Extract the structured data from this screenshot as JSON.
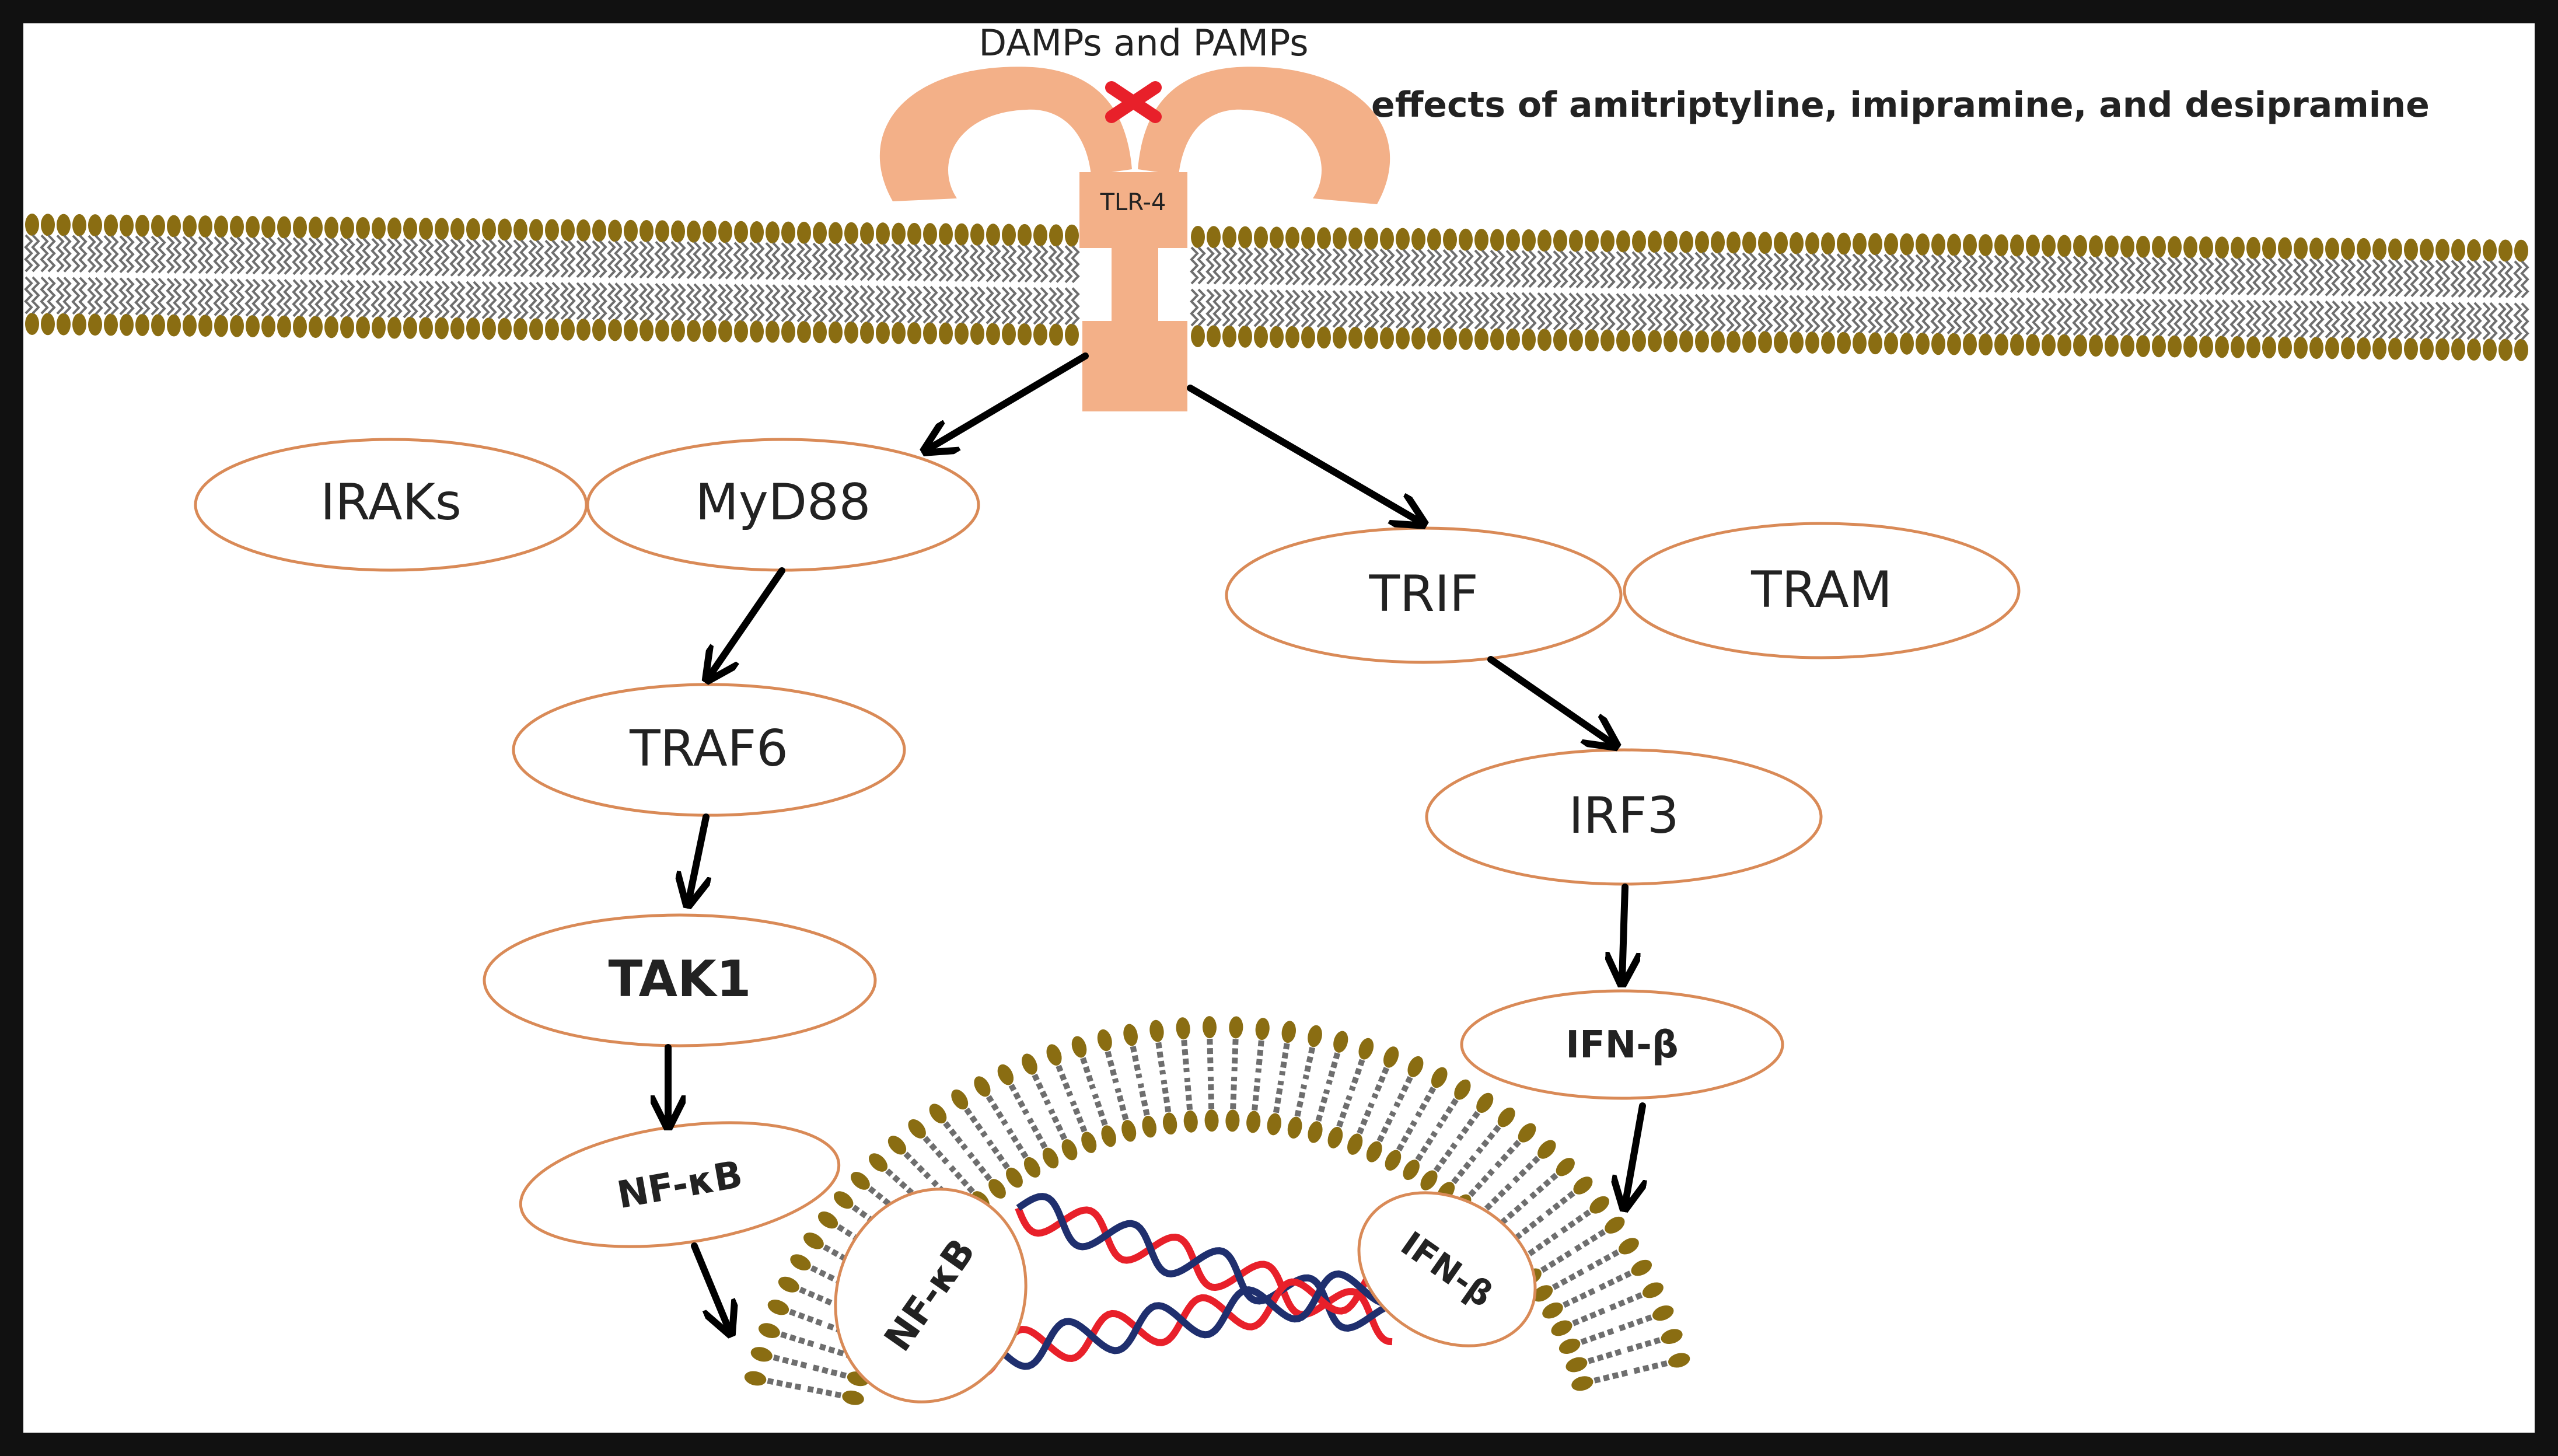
{
  "ligand_label": "DAMPs and PAMPs",
  "drug_effect_label": "effects of amitriptyline, imipramine, and desipramine",
  "receptor_label": "TLR-4",
  "nodes": {
    "iraks": "IRAKs",
    "myd88": "MyD88",
    "traf6": "TRAF6",
    "tak1": "TAK1",
    "nfkb": "NF-κB",
    "trif": "TRIF",
    "tram": "TRAM",
    "irf3": "IRF3",
    "ifnb": "IFN-β",
    "nuc_nfkb": "NF-κB",
    "nuc_ifnb": "IFN-β"
  },
  "colors": {
    "receptor": "#f3b088",
    "oval_border": "#d98a57",
    "lipid_head": "#8a6d12",
    "lipid_tail": "#6e6e6e",
    "inhibit_mark": "#e8202a",
    "dna_strand_a": "#e8202a",
    "dna_strand_b": "#1f2f6e",
    "frame": "#111111"
  },
  "icons": [
    "inhibition-x-icon",
    "dna-helix-icon",
    "lipid-bilayer-icon"
  ]
}
